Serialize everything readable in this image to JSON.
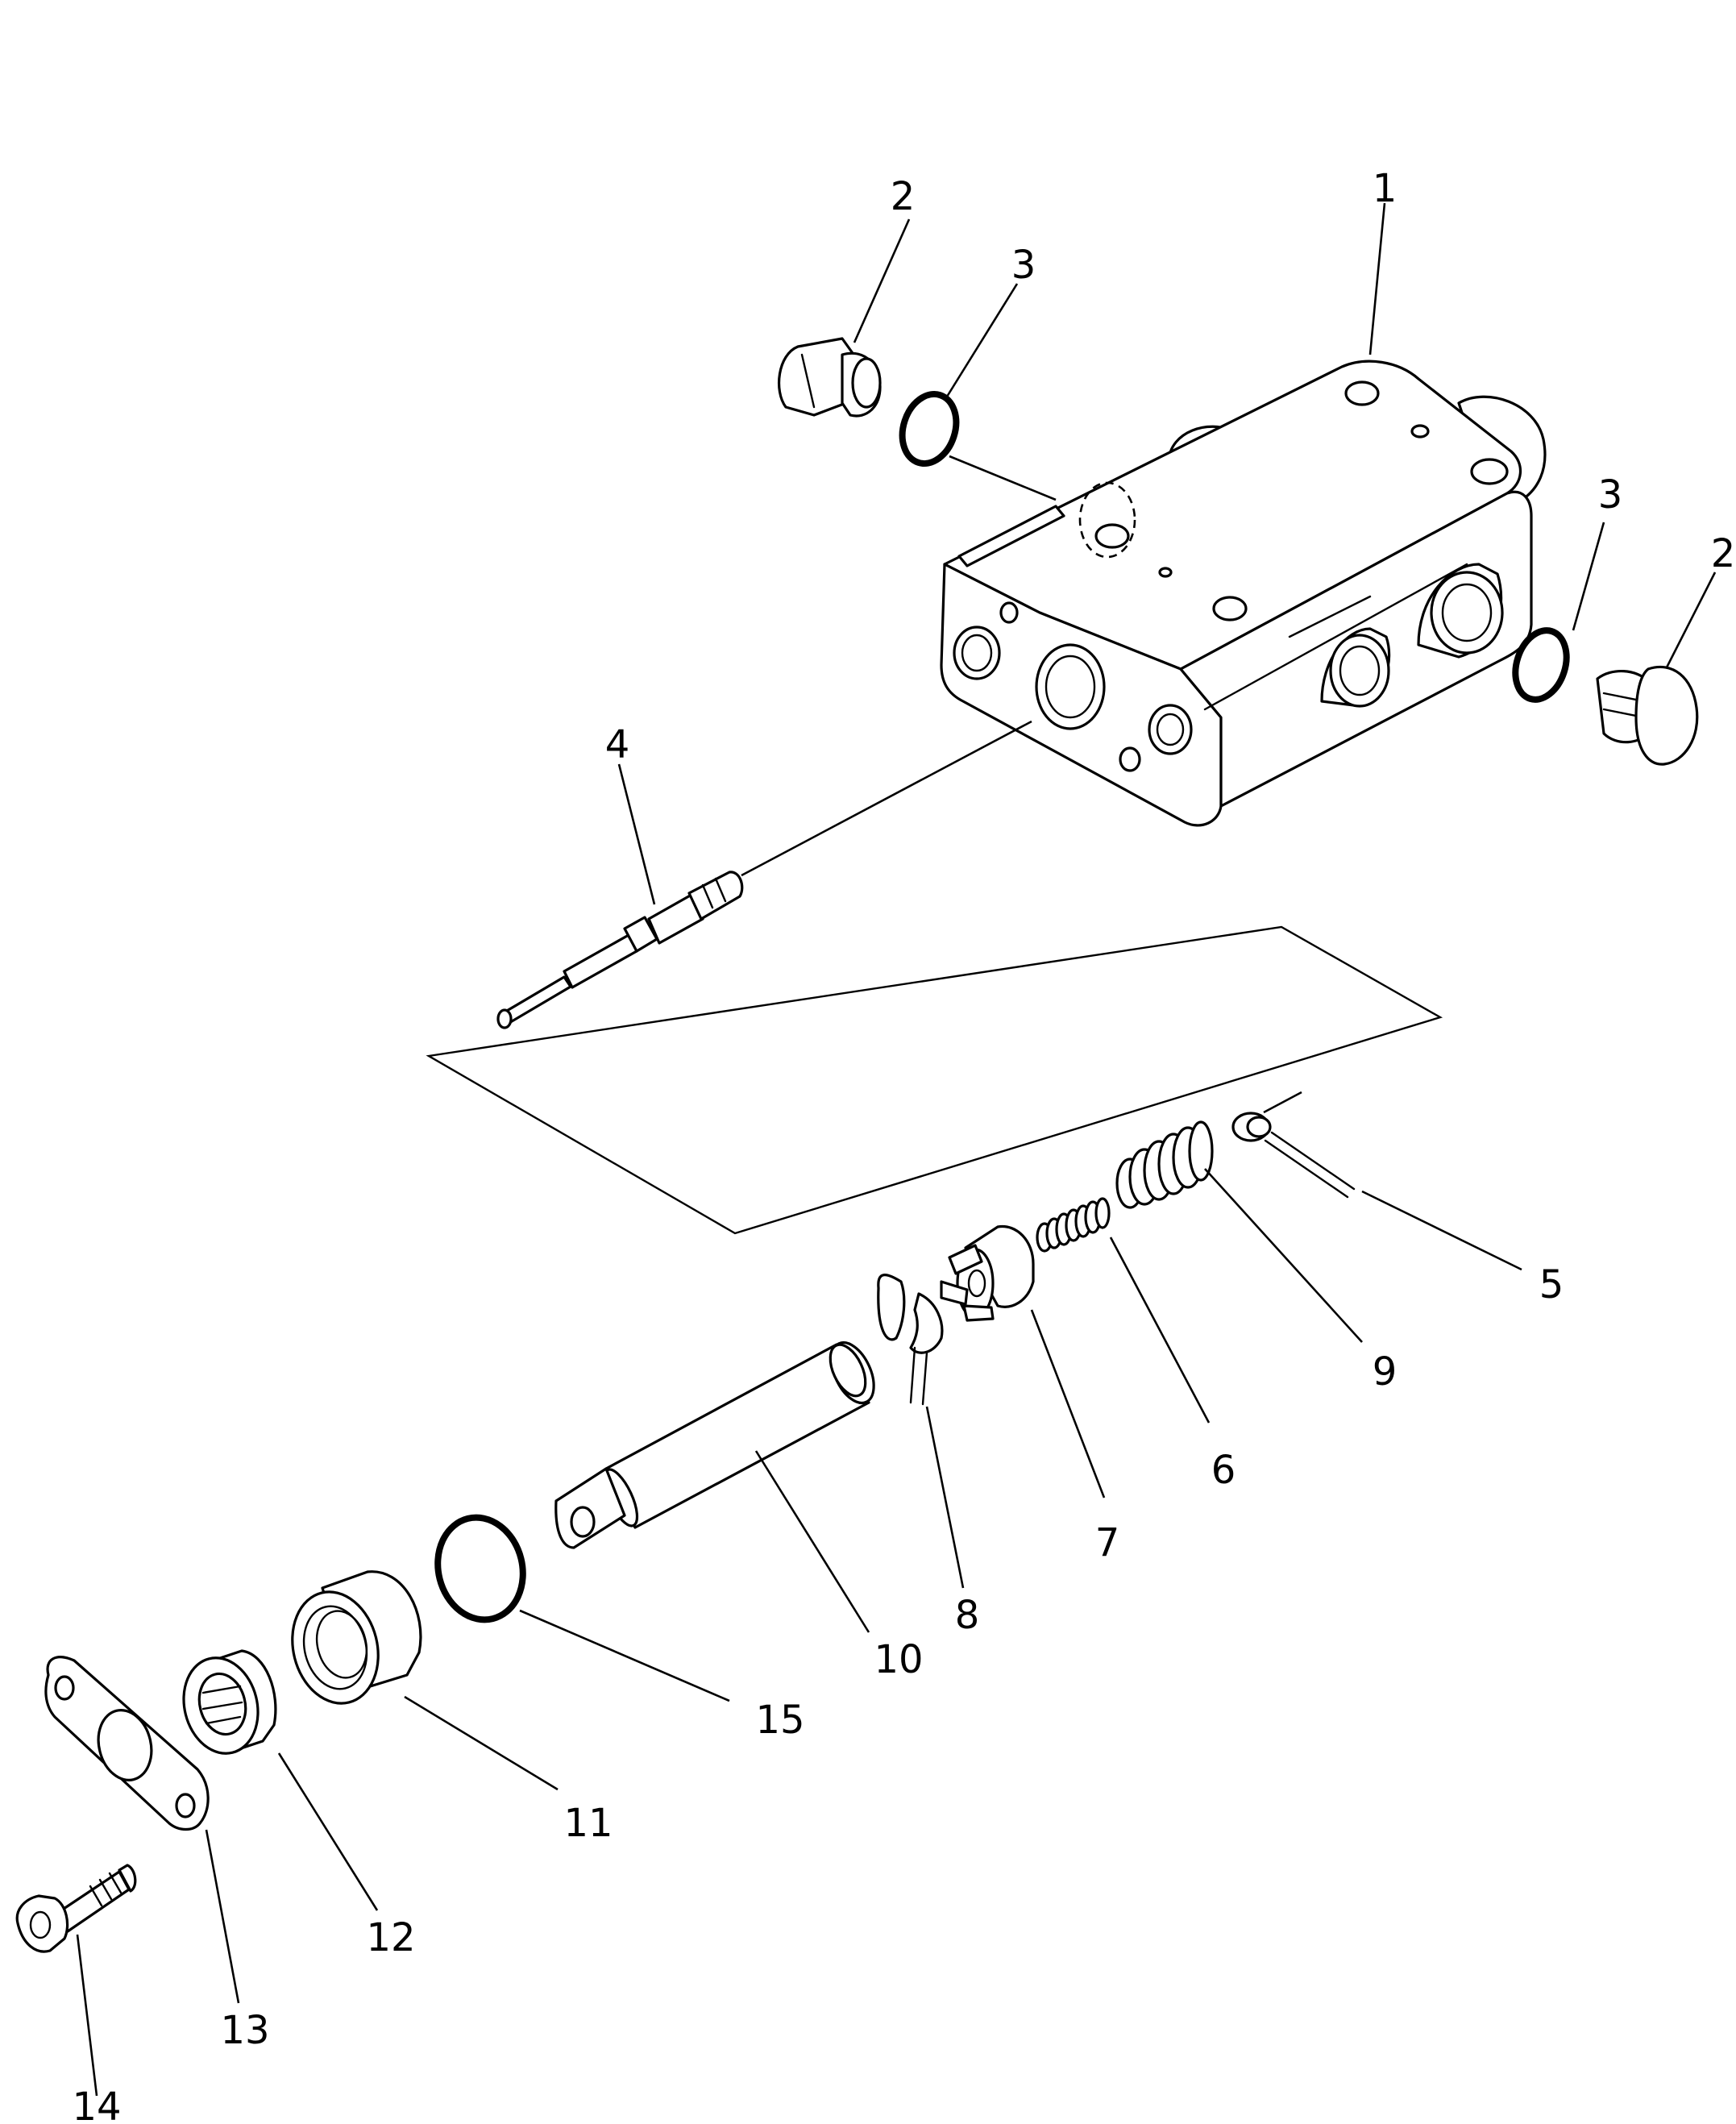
{
  "callouts": [
    {
      "id": "c1a",
      "text": "1"
    },
    {
      "id": "c2a",
      "text": "2"
    },
    {
      "id": "c2b",
      "text": "2"
    },
    {
      "id": "c3a",
      "text": "3"
    },
    {
      "id": "c3b",
      "text": "3"
    },
    {
      "id": "c4",
      "text": "4"
    },
    {
      "id": "c5",
      "text": "5"
    },
    {
      "id": "c6",
      "text": "6"
    },
    {
      "id": "c7",
      "text": "7"
    },
    {
      "id": "c8",
      "text": "8"
    },
    {
      "id": "c9",
      "text": "9"
    },
    {
      "id": "c10",
      "text": "10"
    },
    {
      "id": "c11",
      "text": "11"
    },
    {
      "id": "c12",
      "text": "12"
    },
    {
      "id": "c13",
      "text": "13"
    },
    {
      "id": "c14",
      "text": "14"
    },
    {
      "id": "c15",
      "text": "15"
    }
  ]
}
